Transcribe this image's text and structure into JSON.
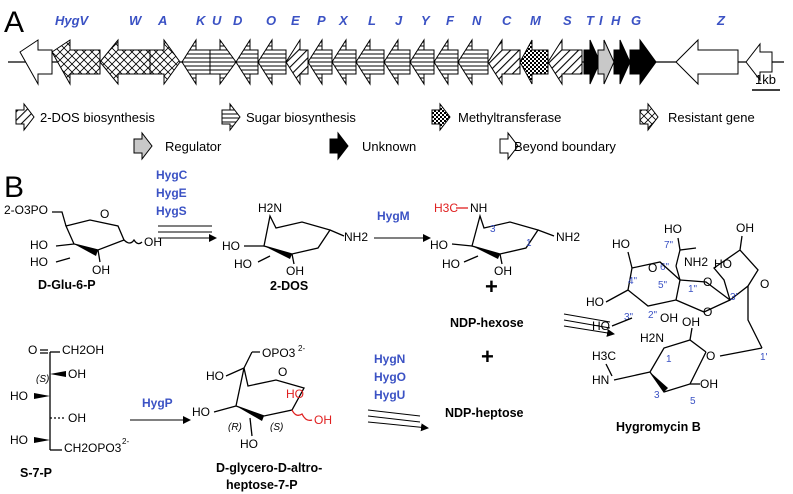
{
  "panels": {
    "a": "A",
    "b": "B"
  },
  "genes": [
    "HygV",
    "W",
    "A",
    "K",
    "U",
    "D",
    "O",
    "E",
    "P",
    "X",
    "L",
    "J",
    "Y",
    "F",
    "N",
    "C",
    "M",
    "S",
    "T",
    "I",
    "H",
    "G",
    "Z"
  ],
  "scale_label": "1kb",
  "legend": {
    "dos": "2-DOS biosynthesis",
    "sugar": "Sugar biosynthesis",
    "methyl": "Methyltransferase",
    "resistant": "Resistant gene",
    "regulator": "Regulator",
    "unknown": "Unknown",
    "beyond": "Beyond boundary"
  },
  "colors": {
    "gene_label": "#3b52c4",
    "enzyme": "#3b52c4",
    "highlight": "#e02020",
    "regulator": "#c8c8c8",
    "unknown": "#000000"
  },
  "enzymes": {
    "step1": [
      "HygC",
      "HygE",
      "HygS"
    ],
    "step2": "HygM",
    "step3": "HygP",
    "step4": [
      "HygN",
      "HygO",
      "HygU"
    ]
  },
  "compounds": {
    "glu6p": "D-Glu-6-P",
    "dos": "2-DOS",
    "s7p": "S-7-P",
    "heptose_line1": "D-glycero-D-altro-",
    "heptose_line2": "heptose-7-P",
    "ndp_hexose": "NDP-hexose",
    "ndp_heptose": "NDP-heptose",
    "product": "Hygromycin B",
    "plus": "+"
  },
  "atoms": {
    "phosphate": "2-O3PO",
    "oh": "OH",
    "ho": "HO",
    "h2n": "H2N",
    "nh2": "NH2",
    "nh": "NH",
    "hn": "HN",
    "h3c": "H3C",
    "o": "O",
    "opo3": "OPO3",
    "charge": "2-",
    "ch2oh": "CH2OH",
    "ch2opo3": "CH2OPO3"
  },
  "stereo": {
    "s": "(S)",
    "r": "(R)"
  },
  "numbering": {
    "n1": "1",
    "n3": "3",
    "n5": "5",
    "n1pp": "1\"",
    "n2pp": "2\"",
    "n3pp": "3\"",
    "n4pp": "4\"",
    "n5pp": "5\"",
    "n6pp": "6\"",
    "n7pp": "7\"",
    "n1p": "1'",
    "n3p": "3'"
  }
}
